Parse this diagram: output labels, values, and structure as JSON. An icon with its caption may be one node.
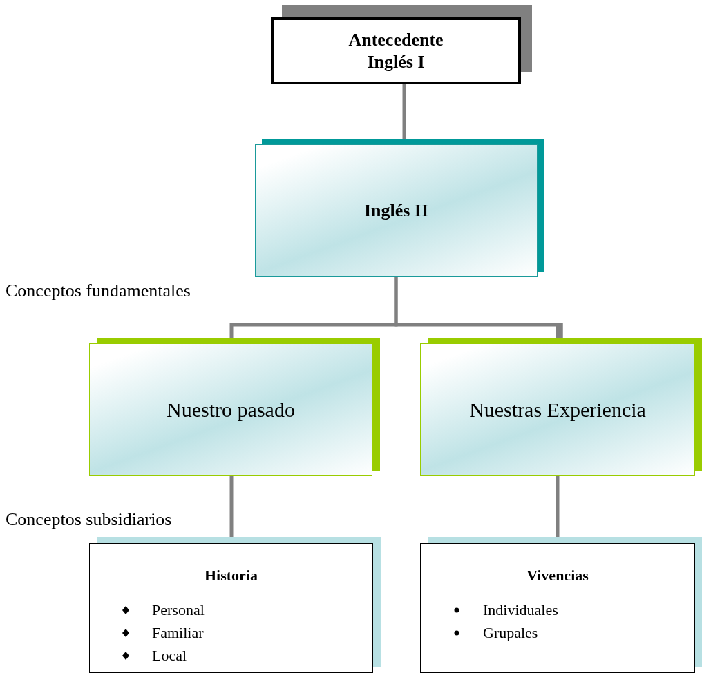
{
  "diagram": {
    "nodes": [
      {
        "text": [
          "Antecedente Inglés I"
        ]
      },
      {
        "text": [
          "Inglés II"
        ]
      },
      {
        "text": [
          "Nuestro pasado"
        ]
      },
      {
        "text": [
          "Nuestras Experiencia"
        ]
      },
      {
        "text": [
          "Historia",
          "Personal",
          "Familiar",
          "Local"
        ]
      },
      {
        "text": [
          "Vivencias",
          "Individuales",
          "Grupales"
        ]
      }
    ],
    "edges": [
      {
        "from": 0,
        "to": 1,
        "arrow": "none"
      },
      {
        "from": 1,
        "to": 2,
        "arrow": "none"
      },
      {
        "from": 1,
        "to": 3,
        "arrow": "none"
      },
      {
        "from": 2,
        "to": 4,
        "arrow": "none"
      },
      {
        "from": 3,
        "to": 5,
        "arrow": "none"
      }
    ],
    "labels": [
      "Conceptos fundamentales",
      "Conceptos subsidiarios"
    ]
  }
}
